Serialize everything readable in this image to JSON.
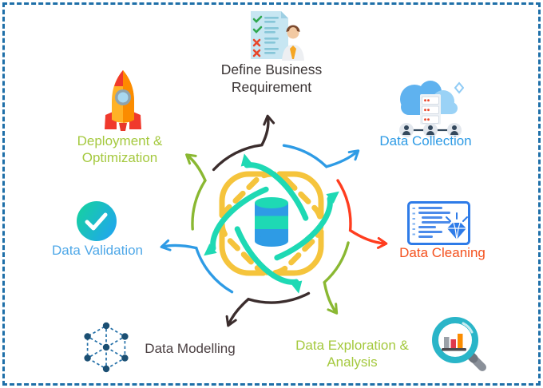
{
  "diagram": {
    "center_icon": "database-sync-icon",
    "palette": {
      "border": "#1E6FA8",
      "center_teal": "#1ED9B4",
      "center_yellow": "#F5C43C",
      "center_blue": "#2E9BE5",
      "arc_dark": "#3B2D2D",
      "arc_blue": "#2E9BE5",
      "arc_red": "#FF3D1F",
      "arc_green": "#8AB832"
    },
    "stages": [
      {
        "id": "define-business-requirement",
        "lines": [
          "Define Business",
          "Requirement"
        ],
        "text_color": "#3A3434",
        "arc_color": "#3B2D2D",
        "icon": "checklist-person-icon"
      },
      {
        "id": "data-collection",
        "lines": [
          "Data Collection"
        ],
        "text_color": "#2E9BE5",
        "arc_color": "#2E9BE5",
        "icon": "cloud-server-users-icon"
      },
      {
        "id": "data-cleaning",
        "lines": [
          "Data Cleaning"
        ],
        "text_color": "#F4511E",
        "arc_color": "#FF3D1F",
        "icon": "code-window-diamond-icon"
      },
      {
        "id": "data-exploration-analysis",
        "lines": [
          "Data Exploration &",
          "Analysis"
        ],
        "text_color": "#A5C93F",
        "arc_color": "#8AB832",
        "icon": "magnifier-bar-chart-icon"
      },
      {
        "id": "data-modelling",
        "lines": [
          "Data Modelling"
        ],
        "text_color": "#4A3F41",
        "arc_color": "#3B2D2D",
        "icon": "network-graph-icon"
      },
      {
        "id": "data-validation",
        "lines": [
          "Data Validation"
        ],
        "text_color": "#4FA8E8",
        "arc_color": "#2E9BE5",
        "icon": "check-circle-icon"
      },
      {
        "id": "deployment-optimization",
        "lines": [
          "Deployment &",
          "Optimization"
        ],
        "text_color": "#A5C93F",
        "arc_color": "#8AB832",
        "icon": "rocket-icon"
      }
    ]
  }
}
